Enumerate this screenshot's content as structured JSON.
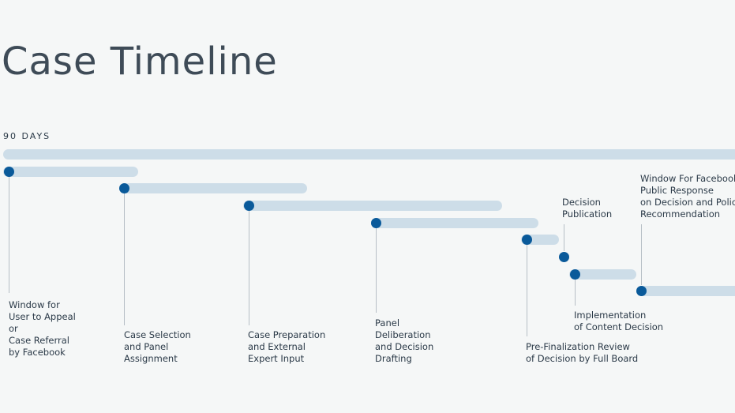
{
  "title": "Case Timeline",
  "span_label": "90 DAYS",
  "stages": [
    {
      "id": "window-for-appeal",
      "text": "Window for\nUser to Appeal\nor\nCase Referral\nby Facebook"
    },
    {
      "id": "case-selection",
      "text": "Case Selection\nand Panel\nAssignment"
    },
    {
      "id": "case-preparation",
      "text": "Case Preparation\nand External\nExpert Input"
    },
    {
      "id": "panel-deliberation",
      "text": "Panel\nDeliberation\nand Decision\nDrafting"
    },
    {
      "id": "pre-finalization-review",
      "text": "Pre-Finalization Review\nof Decision by Full Board"
    },
    {
      "id": "decision-publication",
      "text": "Decision\nPublication"
    },
    {
      "id": "implementation",
      "text": "Implementation\nof Content Decision"
    },
    {
      "id": "facebook-response-window",
      "text": "Window For Facebook\nPublic Response\non Decision and Policy\nRecommendation"
    }
  ]
}
